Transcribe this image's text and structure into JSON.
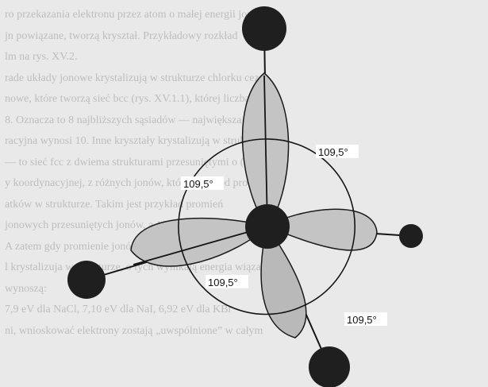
{
  "colors": {
    "page_background": "#e9e9e9",
    "lobe_fill": "#c4c4c4",
    "lobe_stroke": "#1a1a1a",
    "atom": "#1f1f1f",
    "line": "#151515"
  },
  "background_text": [
    "ro przekazania elektronu przez atom o małej energii jonizacji",
    "jn powiązane, tworzą kryształ. Przykładowy rozkład",
    "lm na rys. XV.2.",
    "rade układy jonowe krystalizują w strukturze chlorku cezu",
    "nowe, które tworzą sieć bcc (rys. XV.1.1), której liczba koor-",
    "8. Oznacza to 8 najbliższych sąsiadów — największa możli-",
    "racyjna wynosi 10. Inne kryształy krystalizują w strukturze chl-",
    "— to sieć fcc z dwiema strukturami przesuniętymi o (0 0 ½) f",
    "y koordynacyjnej, z różnych jonów, którzy leży od promieni",
    "atków w strukturze. Takim jest przykład promień",
    "jonowych przesuniętych jonów, a 1,81 Å dla Cl",
    "A zatem gdy promienie jonów pozostają podobne jo",
    "l krystalizuja w strukturze, o tych wynikają energia wiązań",
    "wynoszą:",
    "7,9 eV dla NaCl,      7,10 eV dla NaI,      6,92 eV dla KBr",
    "ni, wnioskować elektrony zostają „uwspólnione” w całym"
  ],
  "angle_labels": [
    "109,5°",
    "109,5°",
    "109,5°",
    "109,5°"
  ]
}
